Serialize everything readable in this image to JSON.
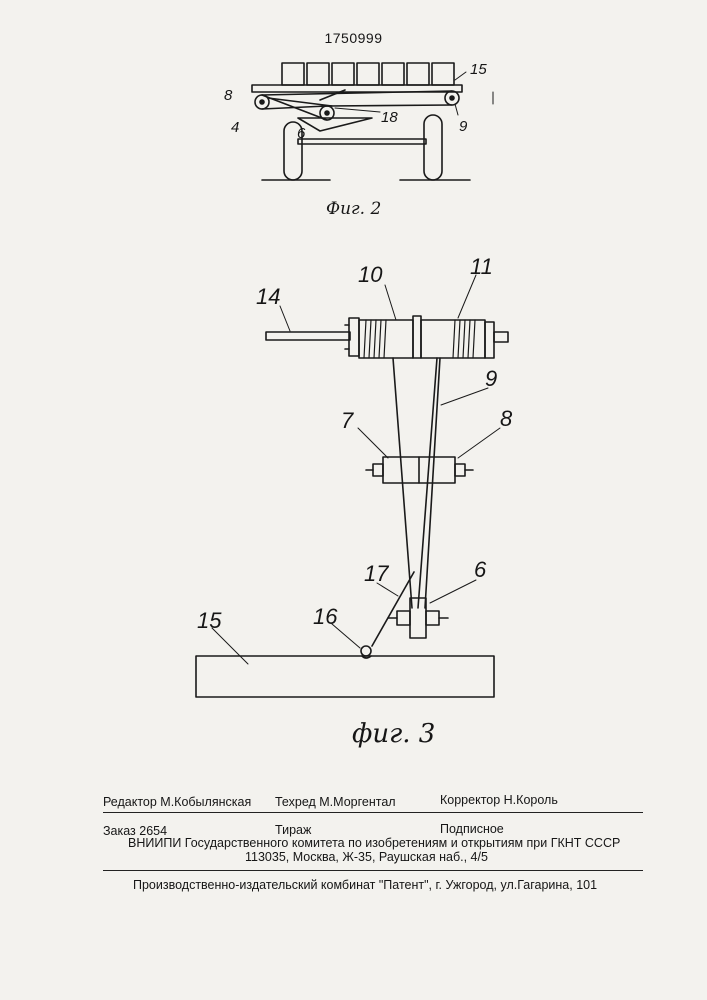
{
  "patent_number": "1750999",
  "fig2": {
    "caption": "Фиг. 2",
    "labels": {
      "l8": "8",
      "l4": "4",
      "l6": "6",
      "l18": "18",
      "l9": "9",
      "l15": "15"
    }
  },
  "fig3": {
    "caption": "фиг. 3",
    "labels": {
      "l14": "14",
      "l10": "10",
      "l11": "11",
      "l9": "9",
      "l7": "7",
      "l8": "8",
      "l17": "17",
      "l6": "6",
      "l16": "16",
      "l15": "15"
    }
  },
  "imprint": {
    "editor": "Редактор  М.Кобылянская",
    "techred": "Техред М.Моргентал",
    "corrector": "Корректор  Н.Король",
    "order": "Заказ  2654",
    "circulation": "Тираж",
    "subscription": "Подписное",
    "institute": "ВНИИПИ Государственного комитета по изобретениям и открытиям при ГКНТ СССР",
    "address": "113035, Москва, Ж-35, Раушская наб., 4/5",
    "publisher": "Производственно-издательский комбинат \"Патент\", г. Ужгород, ул.Гагарина, 101"
  }
}
